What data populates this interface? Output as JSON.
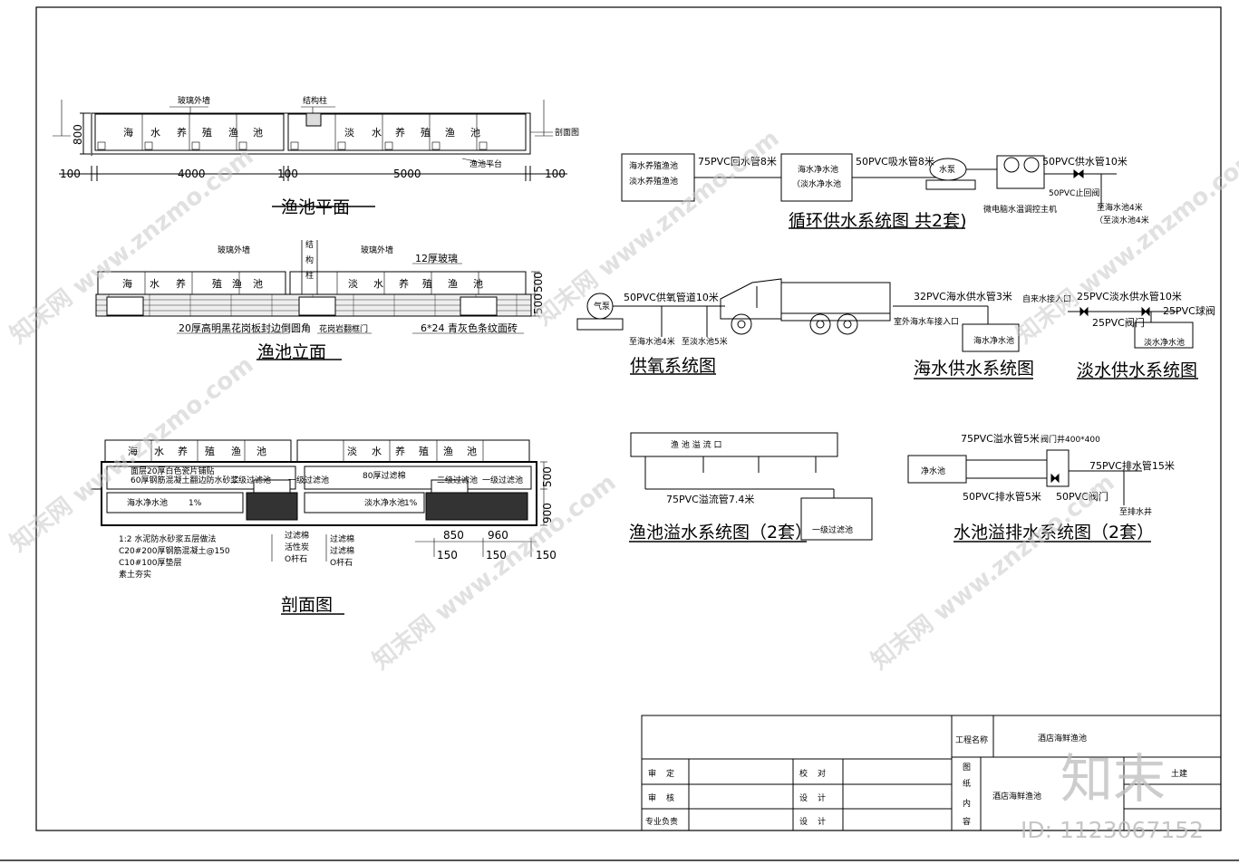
{
  "plan": {
    "title": "渔池平面",
    "glass_wall": "玻璃外墙",
    "column": "结构柱",
    "section_mark": "剖面图",
    "platform": "渔池平台",
    "sea_pool": [
      "海",
      "水",
      "养",
      "殖",
      "渔",
      "池"
    ],
    "fresh_pool": [
      "淡",
      "水",
      "养",
      "殖",
      "渔",
      "池"
    ],
    "dims": [
      "100",
      "4000",
      "100",
      "5000",
      "100"
    ],
    "height": "800"
  },
  "elevation": {
    "title": "渔池立面",
    "glass_wall_left": "玻璃外墙",
    "glass_wall_right": "玻璃外墙",
    "column_chars": [
      "结",
      "构",
      "柱"
    ],
    "glass": "12厚玻璃",
    "note_left": "20厚高明黑花岗板封边倒圆角",
    "note_mid": "花岗岩翻框门",
    "note_right": "6*24 青灰色条纹面砖",
    "dims": [
      "500",
      "500"
    ]
  },
  "section": {
    "title": "剖面图",
    "notes_left": [
      "面层20厚白色瓷片铺贴",
      "60厚钢筋混凝土翻边防水砂浆",
      "1:2 水泥防水砂浆五层做法",
      "C20#200厚钢筋混凝土@150",
      "C10#100厚垫层",
      "素土夯实"
    ],
    "sea_clean": "海水净水池",
    "fresh_clean": "淡水净水池",
    "slope": "1%",
    "filter2": "二级过滤池",
    "filter1": "一级过滤池",
    "filter_label": "80厚过滤棉",
    "layers": [
      "过滤棉",
      "活性炭",
      "O杆石",
      "过滤棉",
      "过滤棉",
      "O杆石"
    ],
    "dims_bottom": [
      "850",
      "960",
      "150",
      "150",
      "150"
    ],
    "dims_right": [
      "500",
      "900"
    ]
  },
  "circ": {
    "title": "循环供水系统图 共2套)",
    "box1": [
      "海水养殖渔池",
      "淡水养殖渔池"
    ],
    "pipe1": "75PVC回水管8米",
    "box2": [
      "海水净水池",
      "（淡水净水池"
    ],
    "pipe2": "50PVC吸水管8米",
    "pump": "水泵",
    "pipe3": "50PVC供水管10米",
    "valve": "50PVC止回阀",
    "host": "微电脑水温调控主机",
    "dest": [
      "至海水池4米",
      "（至淡水池4米"
    ]
  },
  "oxygen": {
    "title": "供氧系统图",
    "pump": "气泵",
    "pipe": "50PVC供氧管道10米",
    "to_sea": "至海水池4米",
    "to_fresh": "至淡水池5米"
  },
  "seawater": {
    "title": "海水供水系统图",
    "pipe": "32PVC海水供水管3米",
    "inlet": "室外海水车接入口",
    "box": "海水净水池"
  },
  "freshwater": {
    "title": "淡水供水系统图",
    "inlet": "自来水接入口",
    "pipe": "25PVC淡水供水管10米",
    "valve": "25PVC阀门",
    "valve2": "25PVC球阀",
    "box": "淡水净水池"
  },
  "overflow": {
    "title": "渔池溢水系统图（2套）",
    "box": "渔 池 溢 流 口",
    "pipe": "75PVC溢流管7.4米",
    "filter": "一级过滤池"
  },
  "drain": {
    "title": "水池溢排水系统图（2套）",
    "pipe1": "75PVC溢水管5米",
    "well": "阀门井400*400",
    "pipe2": "75PVC排水管15米",
    "box": "净水池",
    "pipe3": "50PVC排水管5米",
    "valve": "50PVC阀门",
    "dest": "至排水井"
  },
  "titleblock": {
    "project_label": "工程名称",
    "project": "酒店海鲜渔池",
    "row1": [
      "审",
      "定"
    ],
    "row2": [
      "审",
      "核"
    ],
    "row3": "专业负责",
    "check": [
      "校",
      "对"
    ],
    "design1": [
      "设",
      "计"
    ],
    "design2": [
      "设",
      "计"
    ],
    "drawing_label": [
      "图",
      "纸",
      "内",
      "容"
    ],
    "drawing": "酒店海鲜渔池",
    "civil": "土建"
  },
  "watermark": {
    "logo": "知末",
    "id": "ID: 1123067152",
    "site": "知末网 www.znzmo.com"
  }
}
